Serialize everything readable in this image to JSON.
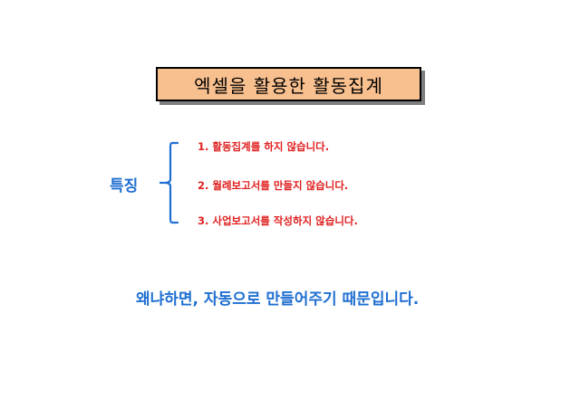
{
  "title": "엑셀을 활용한 활동집계",
  "feature": {
    "label": "특징",
    "items": [
      "1. 활동집계를 하지 않습니다.",
      "2. 월례보고서를 만들지 않습니다.",
      "3. 사업보고서를 작성하지 않습니다."
    ]
  },
  "summary": "왜냐하면, 자동으로 만들어주기 때문입니다.",
  "colors": {
    "title_background": "#f9c08f",
    "accent_blue": "#1f6fd1",
    "item_red": "#e02020"
  }
}
